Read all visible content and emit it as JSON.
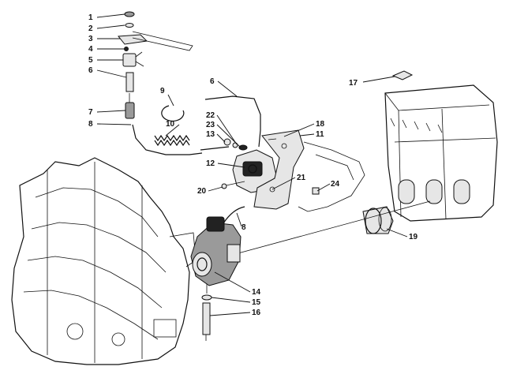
{
  "callouts": [
    {
      "id": "c1",
      "label": "1"
    },
    {
      "id": "c2",
      "label": "2"
    },
    {
      "id": "c3",
      "label": "3"
    },
    {
      "id": "c4",
      "label": "4"
    },
    {
      "id": "c5",
      "label": "5"
    },
    {
      "id": "c6a",
      "label": "6"
    },
    {
      "id": "c7",
      "label": "7"
    },
    {
      "id": "c8a",
      "label": "8"
    },
    {
      "id": "c9",
      "label": "9"
    },
    {
      "id": "c10",
      "label": "10"
    },
    {
      "id": "c6b",
      "label": "6"
    },
    {
      "id": "c22",
      "label": "22"
    },
    {
      "id": "c23",
      "label": "23"
    },
    {
      "id": "c13",
      "label": "13"
    },
    {
      "id": "c18",
      "label": "18"
    },
    {
      "id": "c11",
      "label": "11"
    },
    {
      "id": "c12",
      "label": "12"
    },
    {
      "id": "c21",
      "label": "21"
    },
    {
      "id": "c20",
      "label": "20"
    },
    {
      "id": "c24",
      "label": "24"
    },
    {
      "id": "c17",
      "label": "17"
    },
    {
      "id": "c8b",
      "label": "8"
    },
    {
      "id": "c19",
      "label": "19"
    },
    {
      "id": "c14",
      "label": "14"
    },
    {
      "id": "c15",
      "label": "15"
    },
    {
      "id": "c16",
      "label": "16"
    }
  ]
}
